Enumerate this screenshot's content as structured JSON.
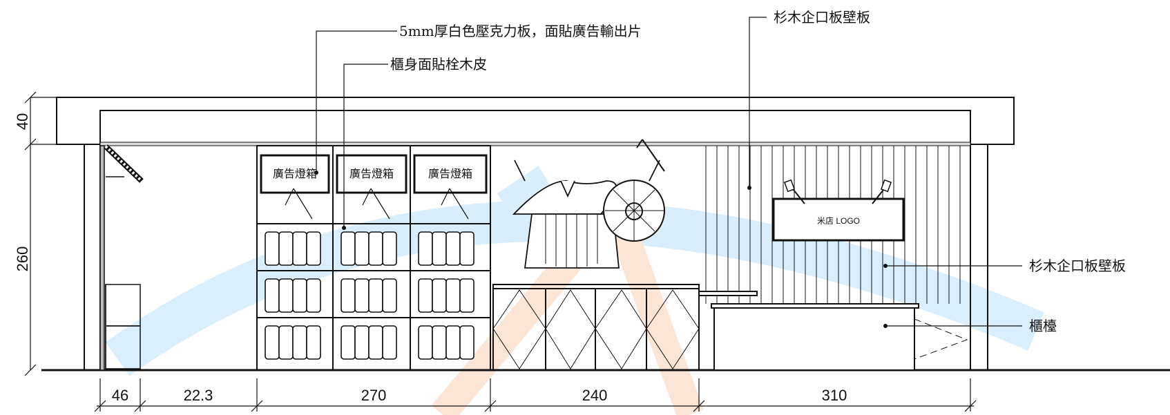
{
  "annotations": {
    "acrylic": "5mm厚白色壓克力板，面貼廣告輸出片",
    "cabinet_veneer": "櫃身面貼栓木皮",
    "wall_panel_top": "杉木企口板壁板",
    "wall_panel_right": "杉木企口板壁板",
    "counter": "櫃檯"
  },
  "lightbox_label": "廣告燈箱",
  "logo_text": "米店 LOGO",
  "dimensions": {
    "width_1": "46",
    "width_2": "22.3",
    "width_3": "270",
    "width_4": "240",
    "width_5": "310",
    "height_1": "40",
    "height_2": "260"
  },
  "watermark_color": "#3aa0e8",
  "watermark_accent": "#e8752a"
}
